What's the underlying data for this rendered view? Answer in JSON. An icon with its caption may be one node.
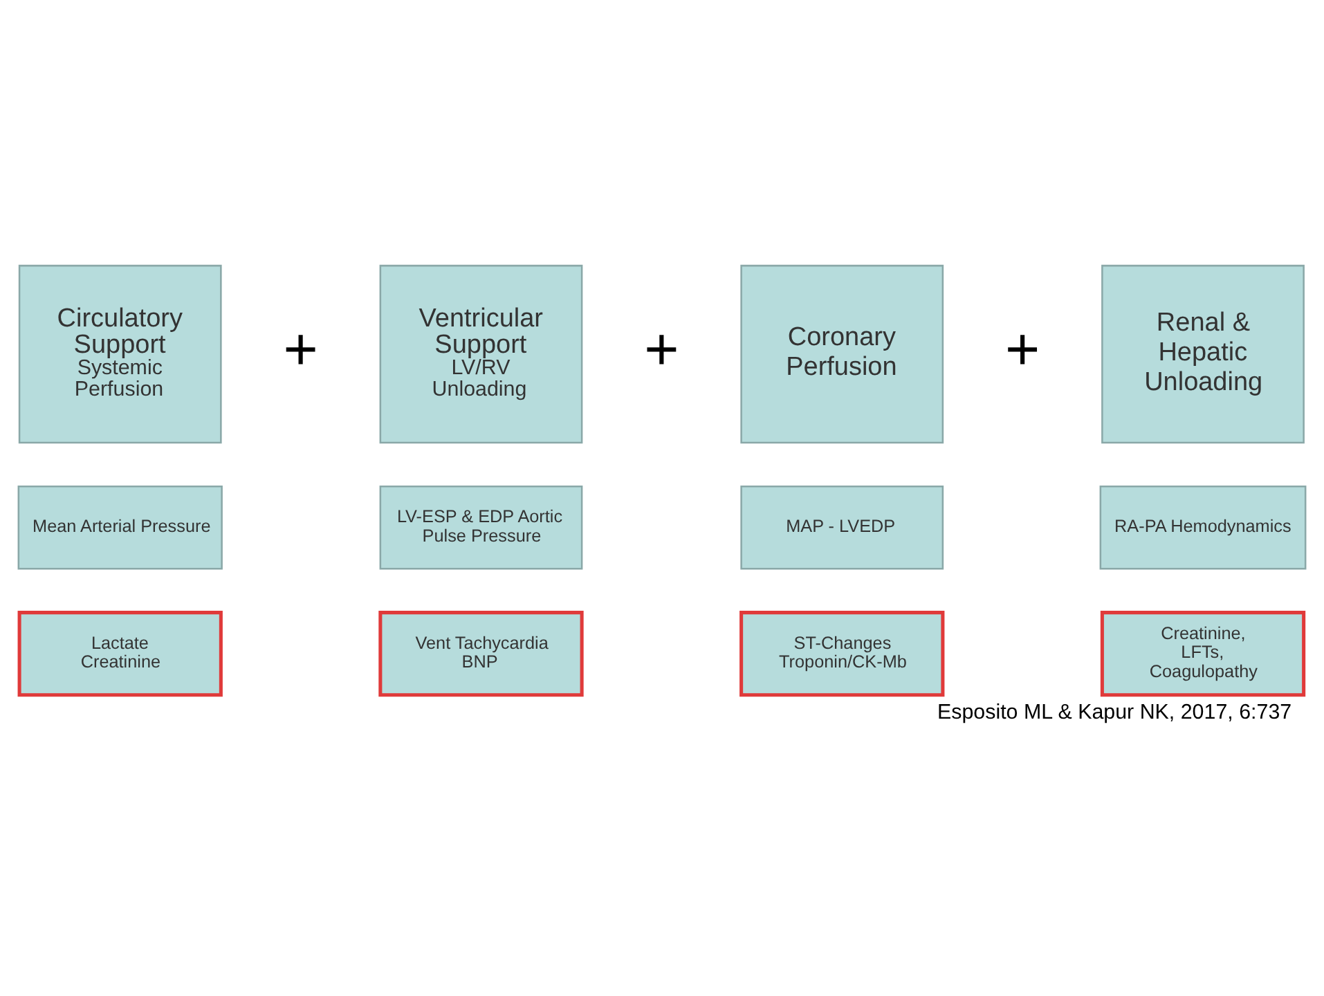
{
  "diagram": {
    "caption": "Esposito ML & Kapur NK, 2017, 6:737",
    "nodes": [
      {
        "text": [
          "Circulatory Support",
          "Systemic Perfusion"
        ]
      },
      {
        "text": [
          "Ventricular Support",
          "LV/RV Unloading"
        ]
      },
      {
        "text": [
          "Coronary Perfusion"
        ]
      },
      {
        "text": [
          "Renal & Hepatic Unloading"
        ]
      },
      {
        "text": [
          "Mean Arterial Pressure"
        ]
      },
      {
        "text": [
          "LV-ESP & EDP Aortic Pulse Pressure"
        ]
      },
      {
        "text": [
          "MAP - LVEDP"
        ]
      },
      {
        "text": [
          "RA-PA Hemodynamics"
        ]
      },
      {
        "text": [
          "Lactate Creatinine"
        ]
      },
      {
        "text": [
          "Vent Tachycardia BNP"
        ]
      },
      {
        "text": [
          "ST-Changes Troponin/CK-Mb"
        ]
      },
      {
        "text": [
          "Creatinine, LFTs, Coagulopathy"
        ]
      }
    ],
    "labels": [
      "+",
      "+",
      "+"
    ]
  }
}
